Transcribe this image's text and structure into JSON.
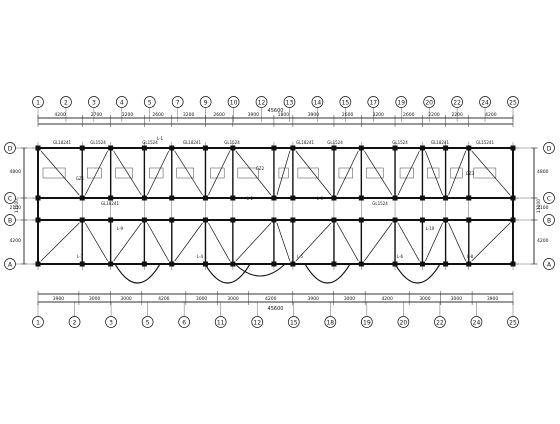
{
  "drawing": {
    "top_dim_segments": [
      "4200",
      "2700",
      "3200",
      "2600",
      "3200",
      "2600",
      "3900",
      "1800",
      "3900",
      "2600",
      "3200",
      "2600",
      "2200",
      "2200",
      "4200"
    ],
    "top_total": "45600",
    "bottom_dim_segments": [
      "3900",
      "3000",
      "3000",
      "4200",
      "3000",
      "3000",
      "4200",
      "3900",
      "3000",
      "4200",
      "3000",
      "3000",
      "3900"
    ],
    "bottom_total": "45600",
    "left_dims": [
      "4800",
      "2100",
      "4200"
    ],
    "left_total": "11100",
    "right_dims": [
      "4800",
      "2100",
      "4200"
    ],
    "right_total": "11100",
    "top_axis_labels": [
      "1",
      "2",
      "3",
      "4",
      "5",
      "7",
      "9",
      "10",
      "12",
      "13",
      "14",
      "15",
      "17",
      "19",
      "20",
      "22",
      "24",
      "25"
    ],
    "bottom_axis_labels": [
      "1",
      "2",
      "3",
      "5",
      "6",
      "11",
      "12",
      "15",
      "18",
      "19",
      "20",
      "22",
      "24",
      "25"
    ],
    "row_axis_labels": [
      "D",
      "C",
      "B",
      "A"
    ],
    "beam_labels": [
      "GL18241",
      "GL1524",
      "GL1524",
      "GL18241",
      "GL1524",
      "GL18241",
      "GL1524",
      "GL1524",
      "GL18241",
      "GL15241",
      "GL18241",
      "GL1524",
      "L-1",
      "L-2",
      "L-3",
      "L-4",
      "L-5",
      "L-6",
      "L-7",
      "L-8",
      "L-9",
      "L-10",
      "GZ1",
      "GZ2",
      "GZ3"
    ]
  }
}
